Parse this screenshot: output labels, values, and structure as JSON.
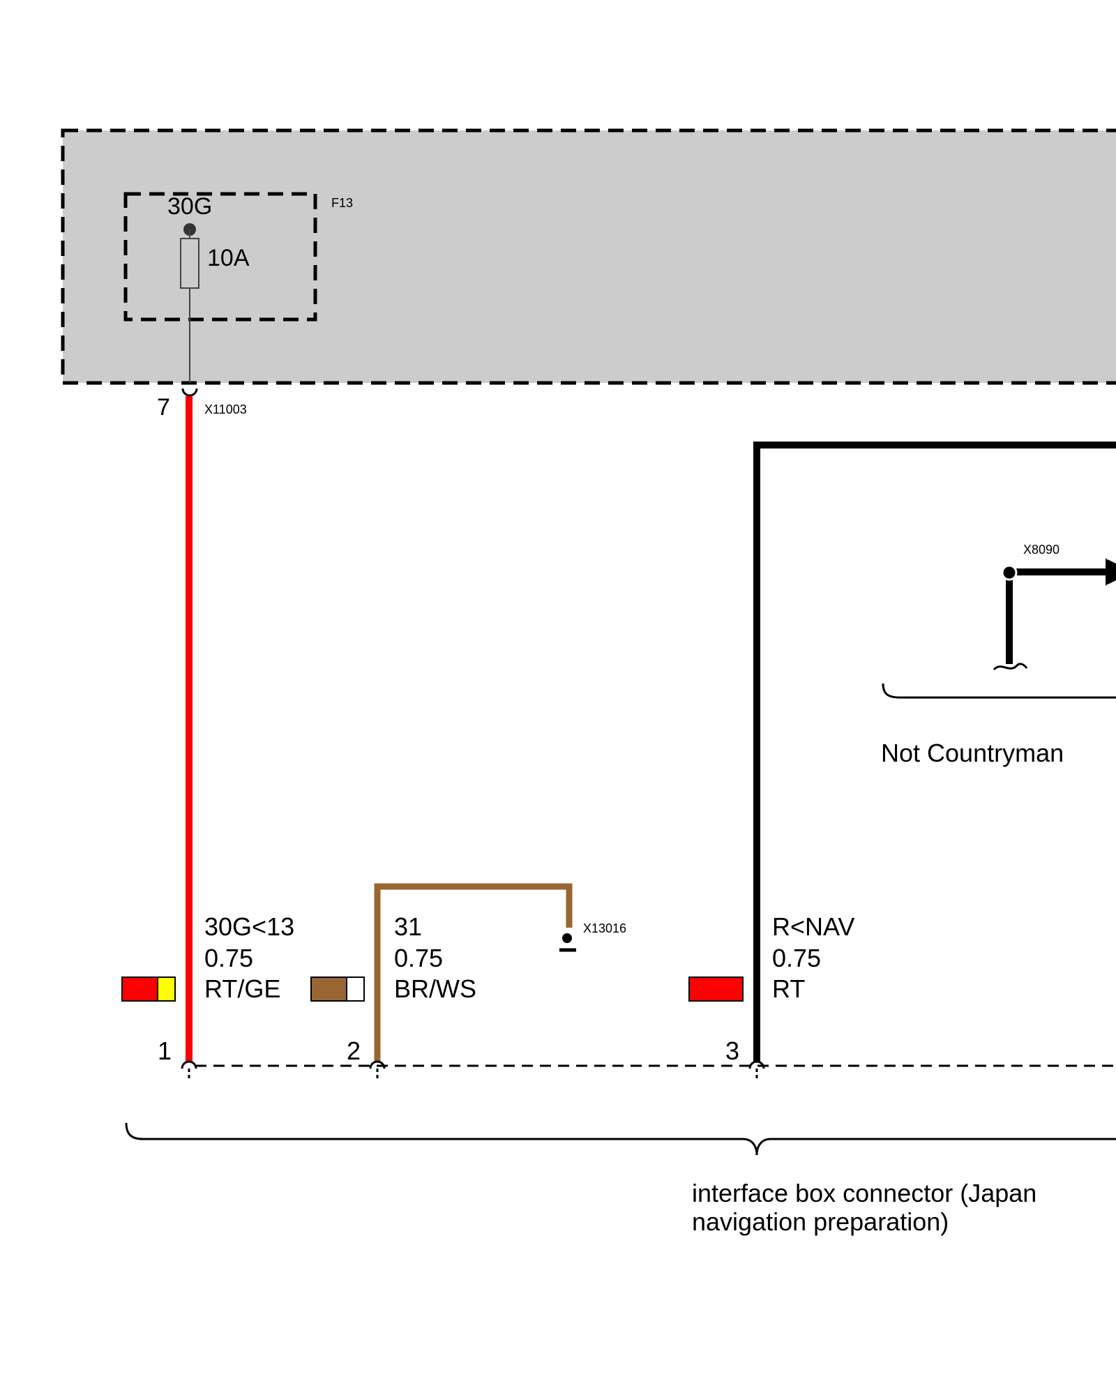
{
  "module": {
    "fuse_terminal": "30G",
    "fuse_rating": "10A",
    "fuse_id": "F13",
    "connector_pin": "7",
    "connector_id": "X11003"
  },
  "wires": [
    {
      "pin": "1",
      "signal": "30G<13",
      "gauge": "0.75",
      "color_code": "RT/GE",
      "swatch": [
        "#ff0000",
        "#ffff00"
      ],
      "wire_color": "#ff0000"
    },
    {
      "pin": "2",
      "signal": "31",
      "gauge": "0.75",
      "color_code": "BR/WS",
      "swatch": [
        "#996633",
        "#ffffff"
      ],
      "wire_color": "#996633"
    },
    {
      "pin": "3",
      "signal": "R<NAV",
      "gauge": "0.75",
      "color_code": "RT",
      "swatch": [
        "#ff0000"
      ],
      "wire_color": "#000000"
    }
  ],
  "ground": {
    "connector_id": "X13016"
  },
  "branch": {
    "connector_id": "X8090",
    "condition": "Not Countryman"
  },
  "connector_caption": [
    "interface box connector (Japan",
    "navigation preparation)"
  ]
}
